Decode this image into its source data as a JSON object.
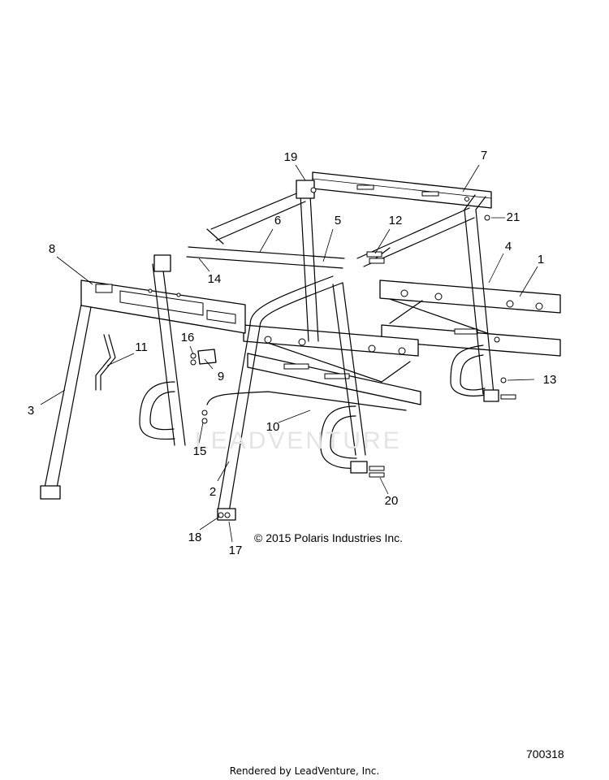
{
  "diagram": {
    "callouts": [
      {
        "id": "c1",
        "text": "1"
      },
      {
        "id": "c2",
        "text": "2"
      },
      {
        "id": "c3",
        "text": "3"
      },
      {
        "id": "c4",
        "text": "4"
      },
      {
        "id": "c5",
        "text": "5"
      },
      {
        "id": "c6",
        "text": "6"
      },
      {
        "id": "c7",
        "text": "7"
      },
      {
        "id": "c8",
        "text": "8"
      },
      {
        "id": "c9",
        "text": "9"
      },
      {
        "id": "c10",
        "text": "10"
      },
      {
        "id": "c11",
        "text": "11"
      },
      {
        "id": "c12",
        "text": "12"
      },
      {
        "id": "c13",
        "text": "13"
      },
      {
        "id": "c14",
        "text": "14"
      },
      {
        "id": "c15",
        "text": "15"
      },
      {
        "id": "c16",
        "text": "16"
      },
      {
        "id": "c17",
        "text": "17"
      },
      {
        "id": "c18",
        "text": "18"
      },
      {
        "id": "c19",
        "text": "19"
      },
      {
        "id": "c20",
        "text": "20"
      },
      {
        "id": "c21",
        "text": "21"
      }
    ],
    "copyright": "© 2015 Polaris Industries Inc.",
    "reference_number": "700318",
    "watermark": "LEADVENTURE",
    "footer": "Rendered by LeadVenture, Inc."
  }
}
